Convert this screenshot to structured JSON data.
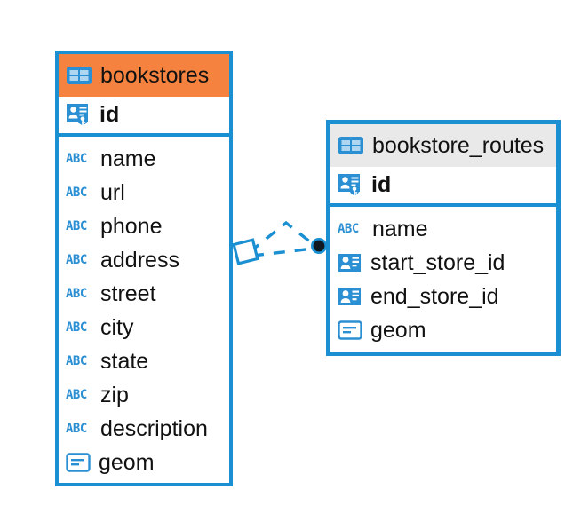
{
  "diagram": {
    "type": "entity-relationship-diagram",
    "background": "#ffffff",
    "accent_color": "#1a8fd1",
    "highlight_color": "#f5833f",
    "selected_header_color": "#e9e9e9"
  },
  "tables": [
    {
      "name": "bookstores",
      "header_icon": "table-icon",
      "state": "highlighted",
      "primary_key": {
        "label": "id",
        "icon": "primary-key-icon"
      },
      "fields": [
        {
          "label": "name",
          "icon": "abc-icon",
          "icon_text": "ABC"
        },
        {
          "label": "url",
          "icon": "abc-icon",
          "icon_text": "ABC"
        },
        {
          "label": "phone",
          "icon": "abc-icon",
          "icon_text": "ABC"
        },
        {
          "label": "address",
          "icon": "abc-icon",
          "icon_text": "ABC"
        },
        {
          "label": "street",
          "icon": "abc-icon",
          "icon_text": "ABC"
        },
        {
          "label": "city",
          "icon": "abc-icon",
          "icon_text": "ABC"
        },
        {
          "label": "state",
          "icon": "abc-icon",
          "icon_text": "ABC"
        },
        {
          "label": "zip",
          "icon": "abc-icon",
          "icon_text": "ABC"
        },
        {
          "label": "description",
          "icon": "abc-icon",
          "icon_text": "ABC"
        },
        {
          "label": "geom",
          "icon": "geometry-icon"
        }
      ]
    },
    {
      "name": "bookstore_routes",
      "header_icon": "table-icon",
      "state": "selected",
      "primary_key": {
        "label": "id",
        "icon": "primary-key-icon"
      },
      "fields": [
        {
          "label": "name",
          "icon": "abc-icon",
          "icon_text": "ABC"
        },
        {
          "label": "start_store_id",
          "icon": "foreign-key-icon"
        },
        {
          "label": "end_store_id",
          "icon": "foreign-key-icon"
        },
        {
          "label": "geom",
          "icon": "geometry-icon"
        }
      ]
    }
  ],
  "relationship": {
    "style": "dashed",
    "color": "#1a8fd1",
    "source_marker": "diamond-handle",
    "target_marker": "filled-circle-endpoint"
  }
}
